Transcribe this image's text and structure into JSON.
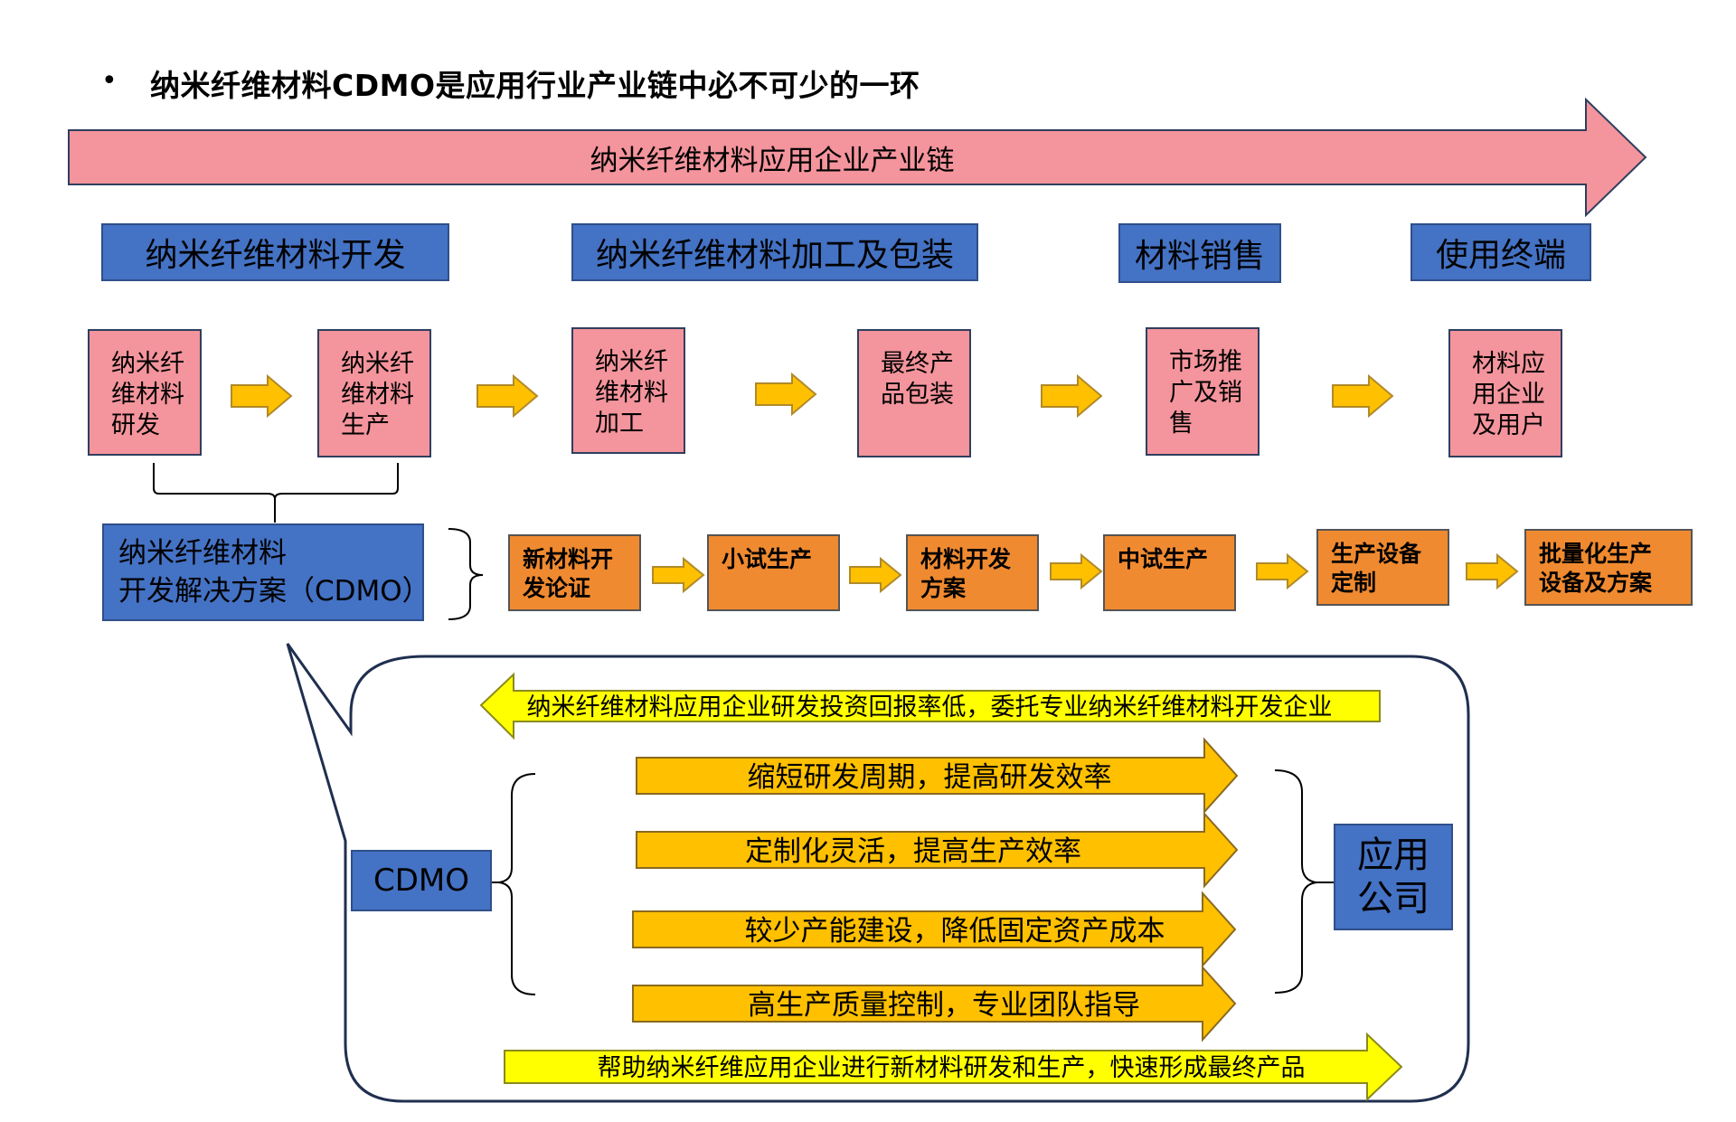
{
  "heading": {
    "bullet": "•",
    "text": "纳米纤维材料CDMO是应用行业产业链中必不可少的一环"
  },
  "chain_arrow": {
    "label": "纳米纤维材料应用企业产业链"
  },
  "stages": [
    "纳米纤维材料开发",
    "纳米纤维材料加工及包装",
    "材料销售",
    "使用终端"
  ],
  "process_boxes": [
    "纳米纤\n维材料\n研发",
    "纳米纤\n维材料\n生产",
    "纳米纤\n维材料\n加工",
    "最终产\n品包装",
    "市场推\n广及销\n售",
    "材料应\n用企业\n及用户"
  ],
  "cdmo_solution": {
    "label": "纳米纤维材料\n开发解决方案（CDMO）"
  },
  "cdmo_steps": [
    "新材料开\n发论证",
    "小试生产",
    "材料开发\n方案",
    "中试生产",
    "生产设备\n定制",
    "批量化生产\n设备及方案"
  ],
  "callout": {
    "top_arrow": "纳米纤维材料应用企业研发投资回报率低，委托专业纳米纤维材料开发企业",
    "cdmo_label": "CDMO",
    "company_label": "应用\n公司",
    "benefits": [
      "缩短研发周期，提高研发效率",
      "定制化灵活，提高生产效率",
      "较少产能建设，降低固定资产成本",
      "高生产质量控制，专业团队指导"
    ],
    "bottom_arrow": "帮助纳米纤维应用企业进行新材料研发和生产，快速形成最终产品"
  },
  "colors": {
    "pink": "#f4949c",
    "blue": "#4472c4",
    "orange": "#f08a30",
    "gold": "#ffc000",
    "yellow": "#ffff00"
  }
}
